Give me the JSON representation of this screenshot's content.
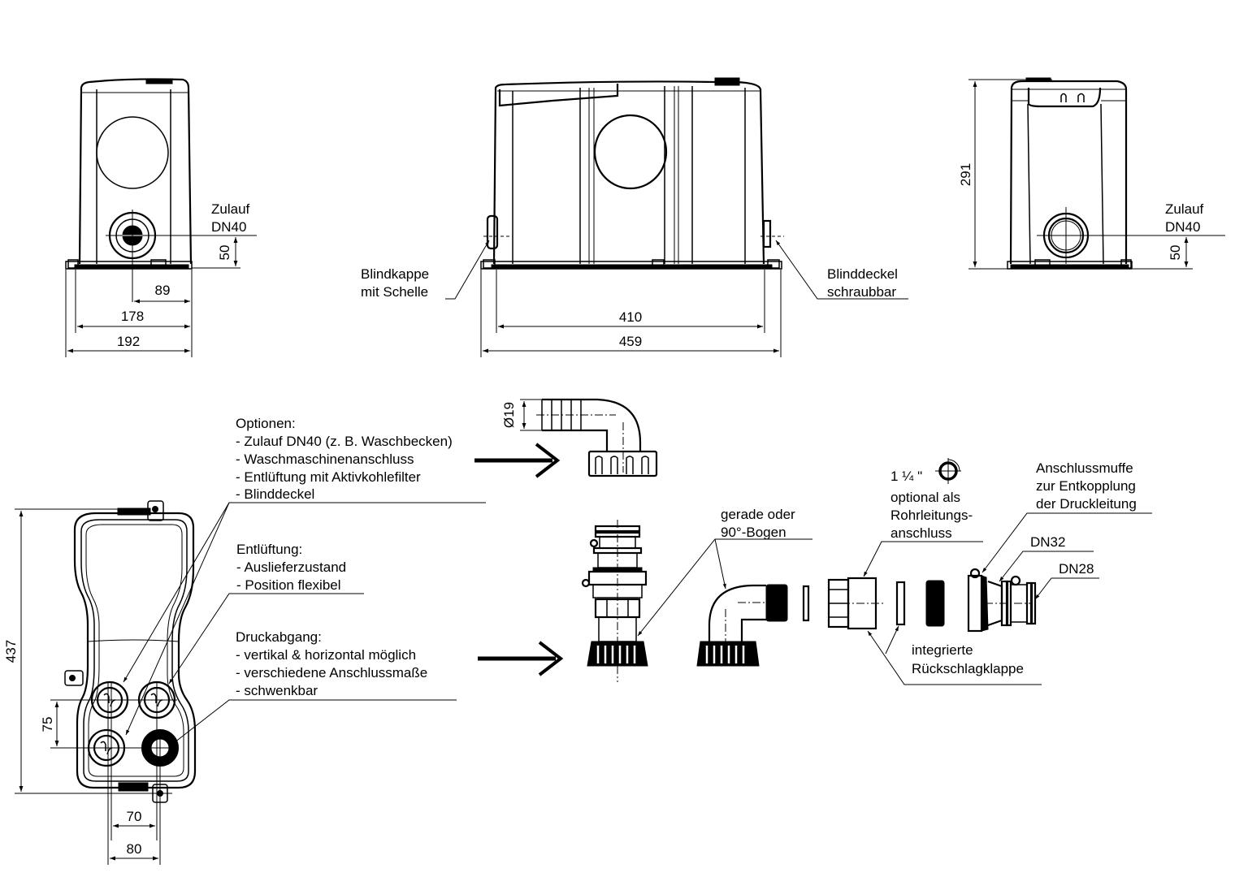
{
  "drawing": {
    "title": "Hebeanlage – Maßzeichnung und Anschlussoptionen",
    "views": {
      "side_left": {
        "inlet_label": [
          "Zulauf",
          "DN40"
        ],
        "dims": {
          "inlet_height": "50",
          "inlet_offset": "89",
          "inner_width": "178",
          "overall_width": "192"
        }
      },
      "front": {
        "left_callout": [
          "Blindkappe",
          "mit Schelle"
        ],
        "right_callout": [
          "Blinddeckel",
          "schraubbar"
        ],
        "dims": {
          "inner_width": "410",
          "overall_width": "459"
        }
      },
      "side_right": {
        "inlet_label": [
          "Zulauf",
          "DN40"
        ],
        "dims": {
          "overall_height": "291",
          "inlet_height": "50"
        }
      },
      "top": {
        "dims": {
          "overall_length": "437",
          "port_spacing_vertical": "75",
          "port_spacing_inner": "70",
          "port_spacing_outer": "80"
        }
      }
    },
    "notes": {
      "optionen": {
        "heading": "Optionen:",
        "items": [
          "- Zulauf DN40 (z. B. Waschbecken)",
          "- Waschmaschinenanschluss",
          "- Entlüftung mit Aktivkohlefilter",
          "- Blinddeckel"
        ]
      },
      "entlueftung": {
        "heading": "Entlüftung:",
        "items": [
          "- Auslieferzustand",
          "- Position flexibel"
        ]
      },
      "druckabgang": {
        "heading": "Druckabgang:",
        "items": [
          "- vertikal & horizontal möglich",
          "- verschiedene Anschlussmaße",
          "- schwenkbar"
        ]
      }
    },
    "parts": {
      "hose_elbow_diameter": "Ø19",
      "bend_label": [
        "gerade oder",
        "90°-Bogen"
      ],
      "thread_label": "1 ¼ \"",
      "pipe_option_label": [
        "optional als",
        "Rohrleitungs-",
        "anschluss"
      ],
      "check_valve_label": [
        "integrierte",
        "Rückschlagklappe"
      ],
      "sleeve_label": [
        "Anschlussmuffe",
        "zur Entkopplung",
        "der Druckleitung"
      ],
      "dn32": "DN32",
      "dn28": "DN28"
    }
  }
}
